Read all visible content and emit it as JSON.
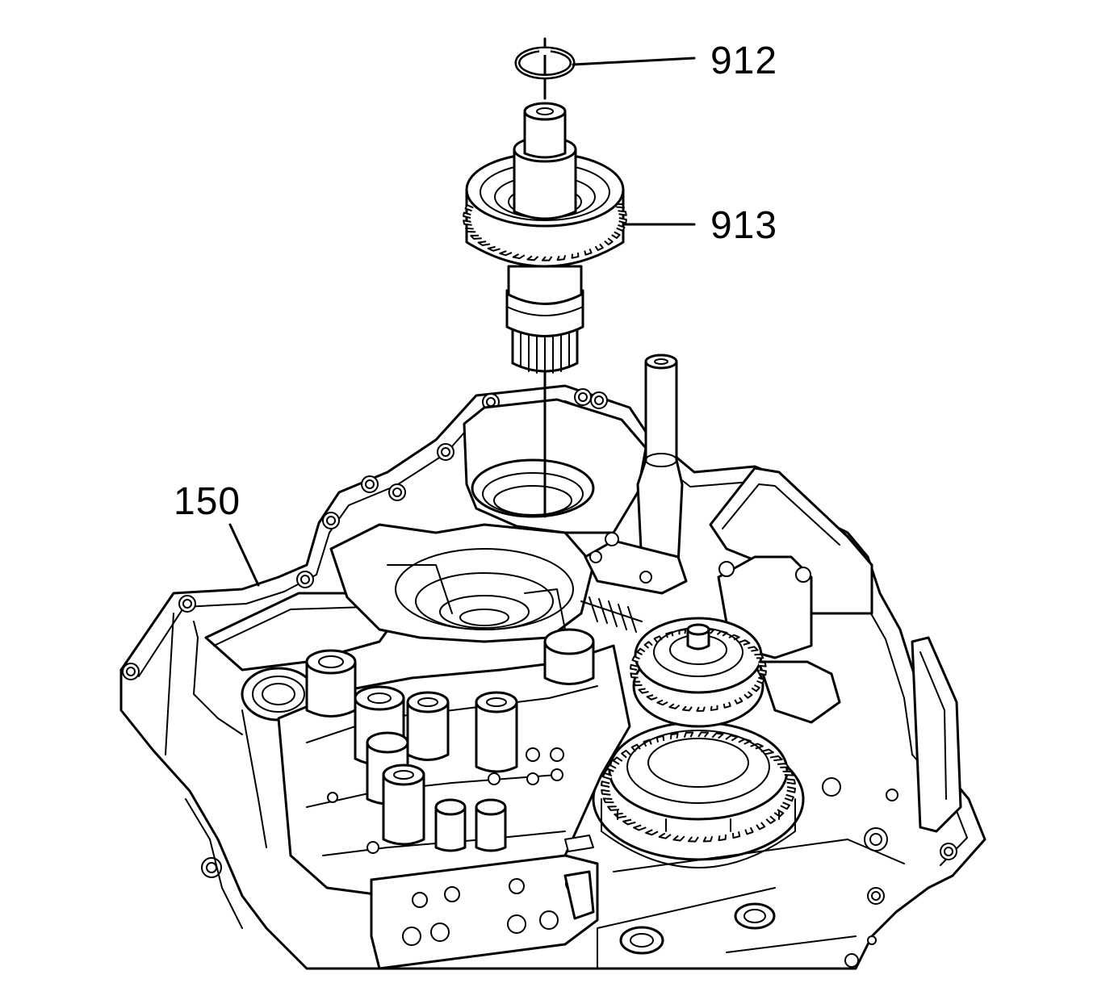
{
  "callouts": {
    "snap_ring": "912",
    "gear_shaft": "913",
    "case": "150"
  },
  "colors": {
    "line": "#000000",
    "background": "#ffffff"
  }
}
